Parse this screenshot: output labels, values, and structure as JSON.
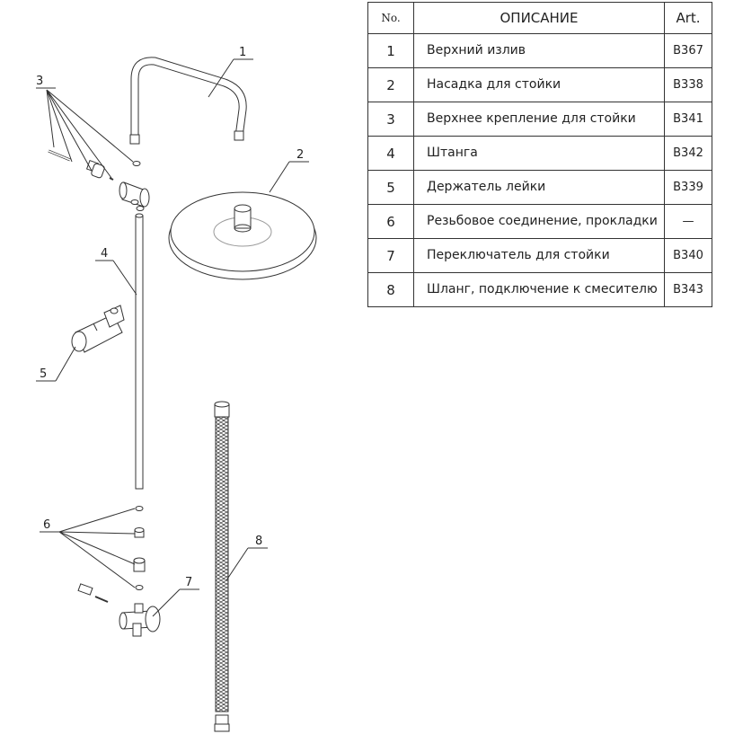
{
  "table": {
    "headers": {
      "no": "No.",
      "description": "ОПИСАНИЕ",
      "art": "Art."
    },
    "rows": [
      {
        "no": "1",
        "description": "Верхний излив",
        "art": "B367"
      },
      {
        "no": "2",
        "description": "Насадка для стойки",
        "art": "B338"
      },
      {
        "no": "3",
        "description": "Верхнее крепление для стойки",
        "art": "B341"
      },
      {
        "no": "4",
        "description": "Штанга",
        "art": "B342"
      },
      {
        "no": "5",
        "description": "Держатель лейки",
        "art": "B339"
      },
      {
        "no": "6",
        "description": "Резьбовое соединение, прокладки",
        "art": "—"
      },
      {
        "no": "7",
        "description": "Переключатель для стойки",
        "art": "B340"
      },
      {
        "no": "8",
        "description": "Шланг, подключение к смесителю",
        "art": "B343"
      }
    ]
  },
  "callouts": [
    "1",
    "2",
    "3",
    "4",
    "5",
    "6",
    "7",
    "8"
  ]
}
